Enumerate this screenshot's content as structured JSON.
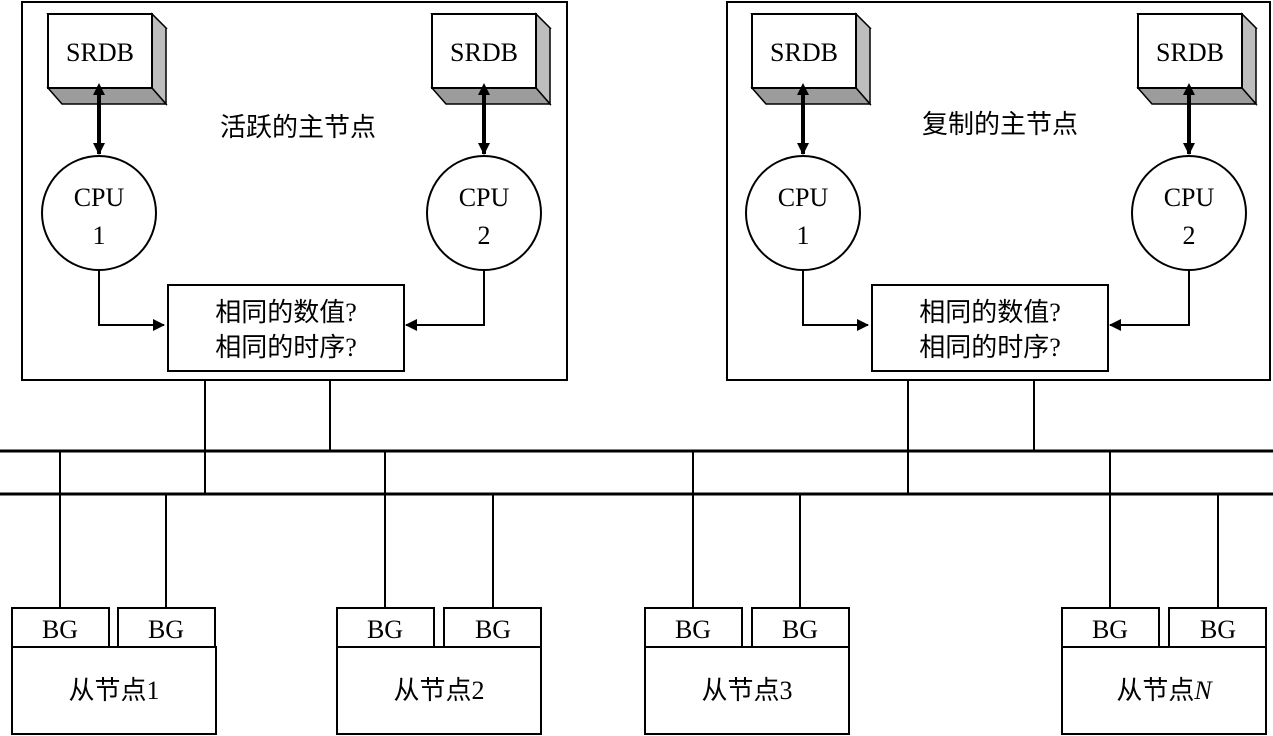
{
  "colors": {
    "ink": "#000000",
    "background": "#ffffff",
    "box_front": "#ffffff",
    "box_side": "#bdbdbd",
    "box_top": "#e2e2e2"
  },
  "masters": [
    {
      "title": "活跃的主节点",
      "srdb_left": "SRDB",
      "srdb_right": "SRDB",
      "cpu1": {
        "label": "CPU",
        "num": "1"
      },
      "cpu2": {
        "label": "CPU",
        "num": "2"
      },
      "compare_line1": "相同的数值?",
      "compare_line2": "相同的时序?"
    },
    {
      "title": "复制的主节点",
      "srdb_left": "SRDB",
      "srdb_right": "SRDB",
      "cpu1": {
        "label": "CPU",
        "num": "1"
      },
      "cpu2": {
        "label": "CPU",
        "num": "2"
      },
      "compare_line1": "相同的数值?",
      "compare_line2": "相同的时序?"
    }
  ],
  "slaves": [
    {
      "bg_left": "BG",
      "bg_right": "BG",
      "label": "从节点",
      "suffix": "1"
    },
    {
      "bg_left": "BG",
      "bg_right": "BG",
      "label": "从节点",
      "suffix": "2"
    },
    {
      "bg_left": "BG",
      "bg_right": "BG",
      "label": "从节点",
      "suffix": "3"
    },
    {
      "bg_left": "BG",
      "bg_right": "BG",
      "label": "从节点",
      "suffix": "N"
    }
  ]
}
